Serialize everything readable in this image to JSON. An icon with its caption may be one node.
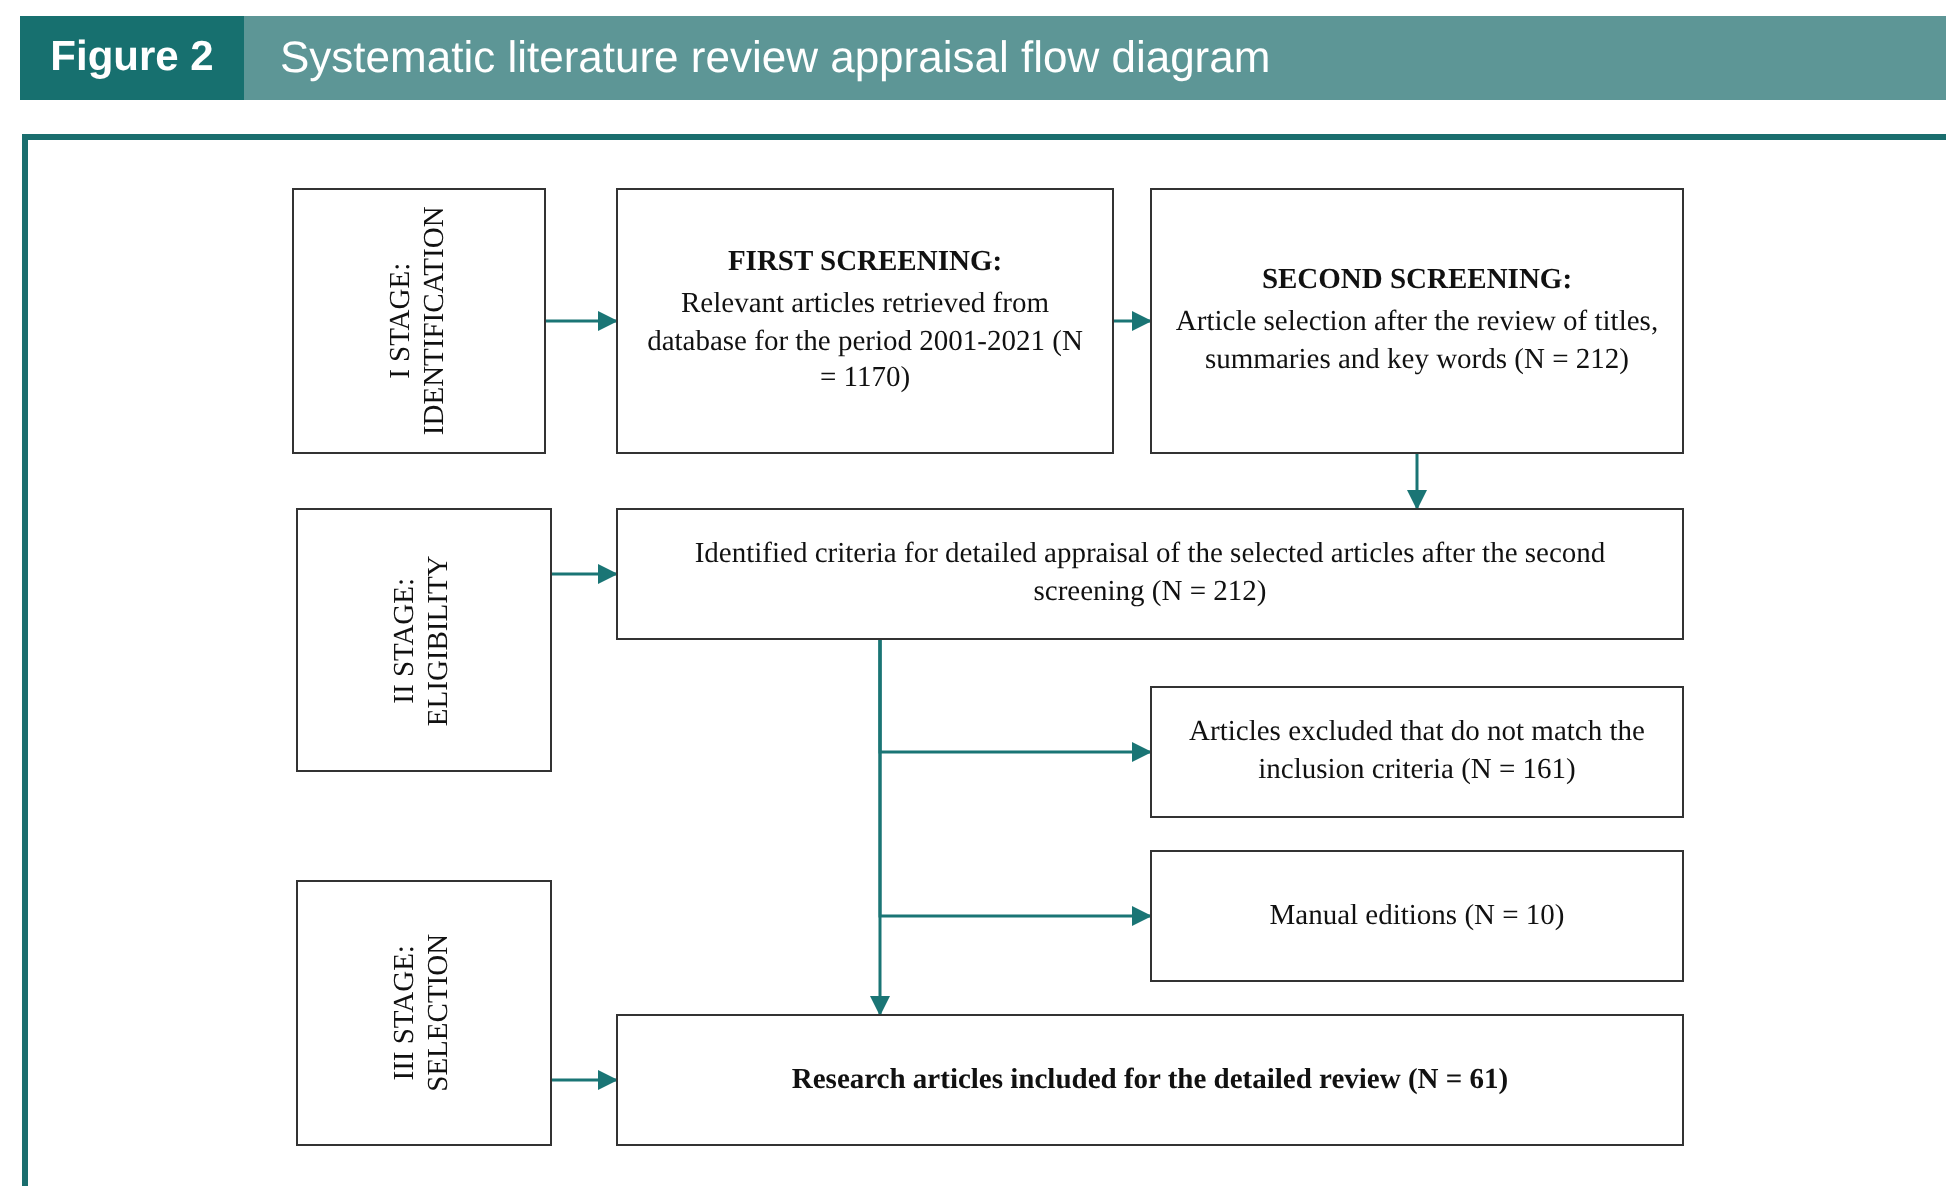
{
  "diagram": {
    "title": "Systematic literature review appraisal flow diagram",
    "nodes": [
      {
        "text": [
          "I STAGE: IDENTIFICATION"
        ]
      },
      {
        "text": [
          "FIRST SCREENING:",
          "Relevant articles retrieved from database for the period 2001-2021 (N = 1170)"
        ]
      },
      {
        "text": [
          "SECOND SCREENING:",
          "Article selection after the review of titles, summaries and key words (N = 212)"
        ]
      },
      {
        "text": [
          "II STAGE: ELIGIBILITY"
        ]
      },
      {
        "text": [
          "Identified criteria for detailed appraisal of the selected articles after the second screening (N = 212)"
        ]
      },
      {
        "text": [
          "Articles excluded that do not match the inclusion criteria (N = 161)"
        ]
      },
      {
        "text": [
          "Manual editions (N = 10)"
        ]
      },
      {
        "text": [
          "III STAGE: SELECTION"
        ]
      },
      {
        "text": [
          "Research articles included for the detailed review (N = 61)"
        ]
      }
    ],
    "edges": [
      {
        "from": 0,
        "to": 1,
        "arrow": "to"
      },
      {
        "from": 1,
        "to": 2,
        "arrow": "to"
      },
      {
        "from": 2,
        "to": 4,
        "arrow": "to"
      },
      {
        "from": 3,
        "to": 4,
        "arrow": "to"
      },
      {
        "from": 4,
        "to": 5,
        "arrow": "to"
      },
      {
        "from": 4,
        "to": 6,
        "arrow": "to"
      },
      {
        "from": 4,
        "to": 8,
        "arrow": "to"
      },
      {
        "from": 7,
        "to": 8,
        "arrow": "to"
      }
    ],
    "labels": [
      "Figure 2"
    ]
  }
}
